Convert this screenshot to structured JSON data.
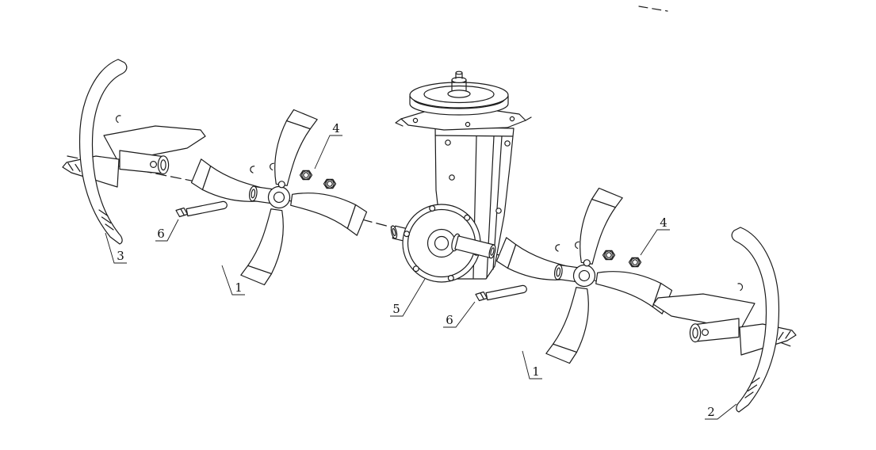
{
  "diagram": {
    "background": "#ffffff",
    "line_color": "#1b1b1b",
    "callouts": [
      {
        "label": "3",
        "part": "outer-tine-blade-left"
      },
      {
        "label": "6",
        "part": "fastening-bolt-left"
      },
      {
        "label": "1",
        "part": "tine-wheel-left"
      },
      {
        "label": "4",
        "part": "lock-nuts-left"
      },
      {
        "label": "5",
        "part": "gearbox"
      },
      {
        "label": "6",
        "part": "fastening-bolt-right"
      },
      {
        "label": "1",
        "part": "tine-wheel-right"
      },
      {
        "label": "4",
        "part": "lock-nuts-right"
      },
      {
        "label": "2",
        "part": "outer-tine-blade-right"
      }
    ]
  }
}
